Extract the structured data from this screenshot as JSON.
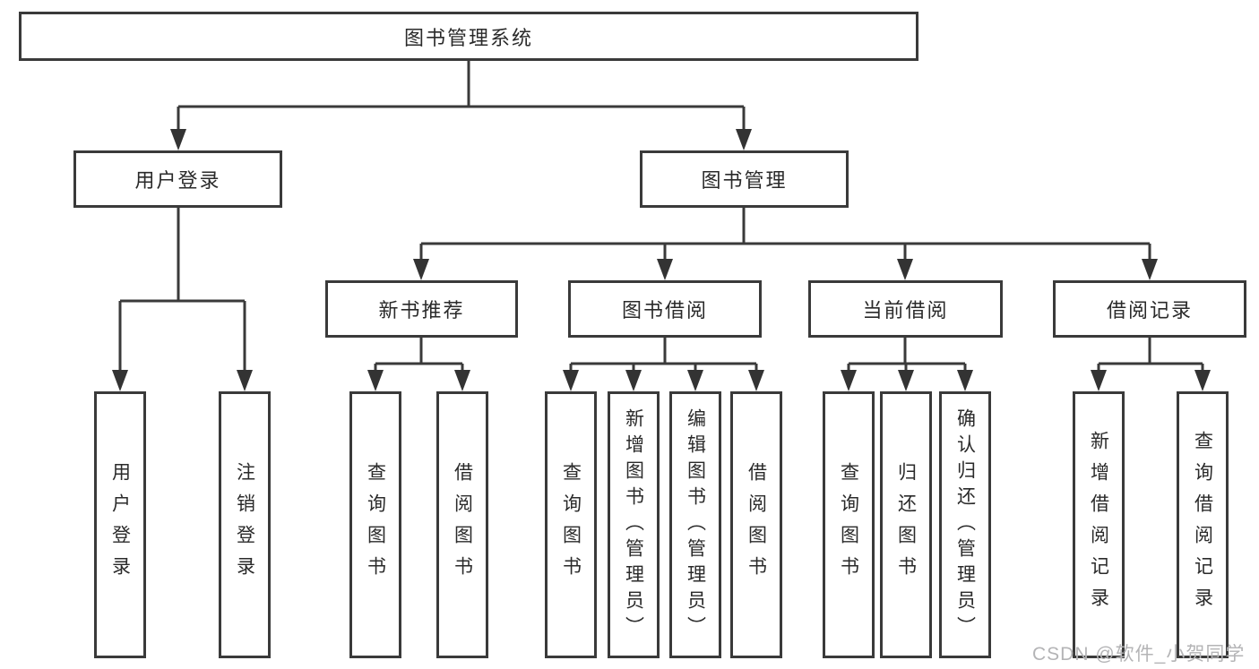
{
  "diagram_type": "hierarchy-tree",
  "colors": {
    "background": "#ffffff",
    "line": "#3a3a3a",
    "box_border": "#3a3a3a",
    "text": "#2a2a2a",
    "watermark": "#b4b4b6"
  },
  "watermark": {
    "text": "CSDN @软件_小贺同学"
  },
  "tree": {
    "label": "图书管理系统",
    "children": [
      {
        "label": "用户登录",
        "children": [
          {
            "label": "用户登录"
          },
          {
            "label": "注销登录"
          }
        ]
      },
      {
        "label": "图书管理",
        "children": [
          {
            "label": "新书推荐",
            "children": [
              {
                "label": "查询图书"
              },
              {
                "label": "借阅图书"
              }
            ]
          },
          {
            "label": "图书借阅",
            "children": [
              {
                "label": "查询图书"
              },
              {
                "label": "新增图书（管理员）"
              },
              {
                "label": "编辑图书（管理员）"
              },
              {
                "label": "借阅图书"
              }
            ]
          },
          {
            "label": "当前借阅",
            "children": [
              {
                "label": "查询图书"
              },
              {
                "label": "归还图书"
              },
              {
                "label": "确认归还（管理员）"
              }
            ]
          },
          {
            "label": "借阅记录",
            "children": [
              {
                "label": "新增借阅记录"
              },
              {
                "label": "查询借阅记录"
              }
            ]
          }
        ]
      }
    ]
  }
}
